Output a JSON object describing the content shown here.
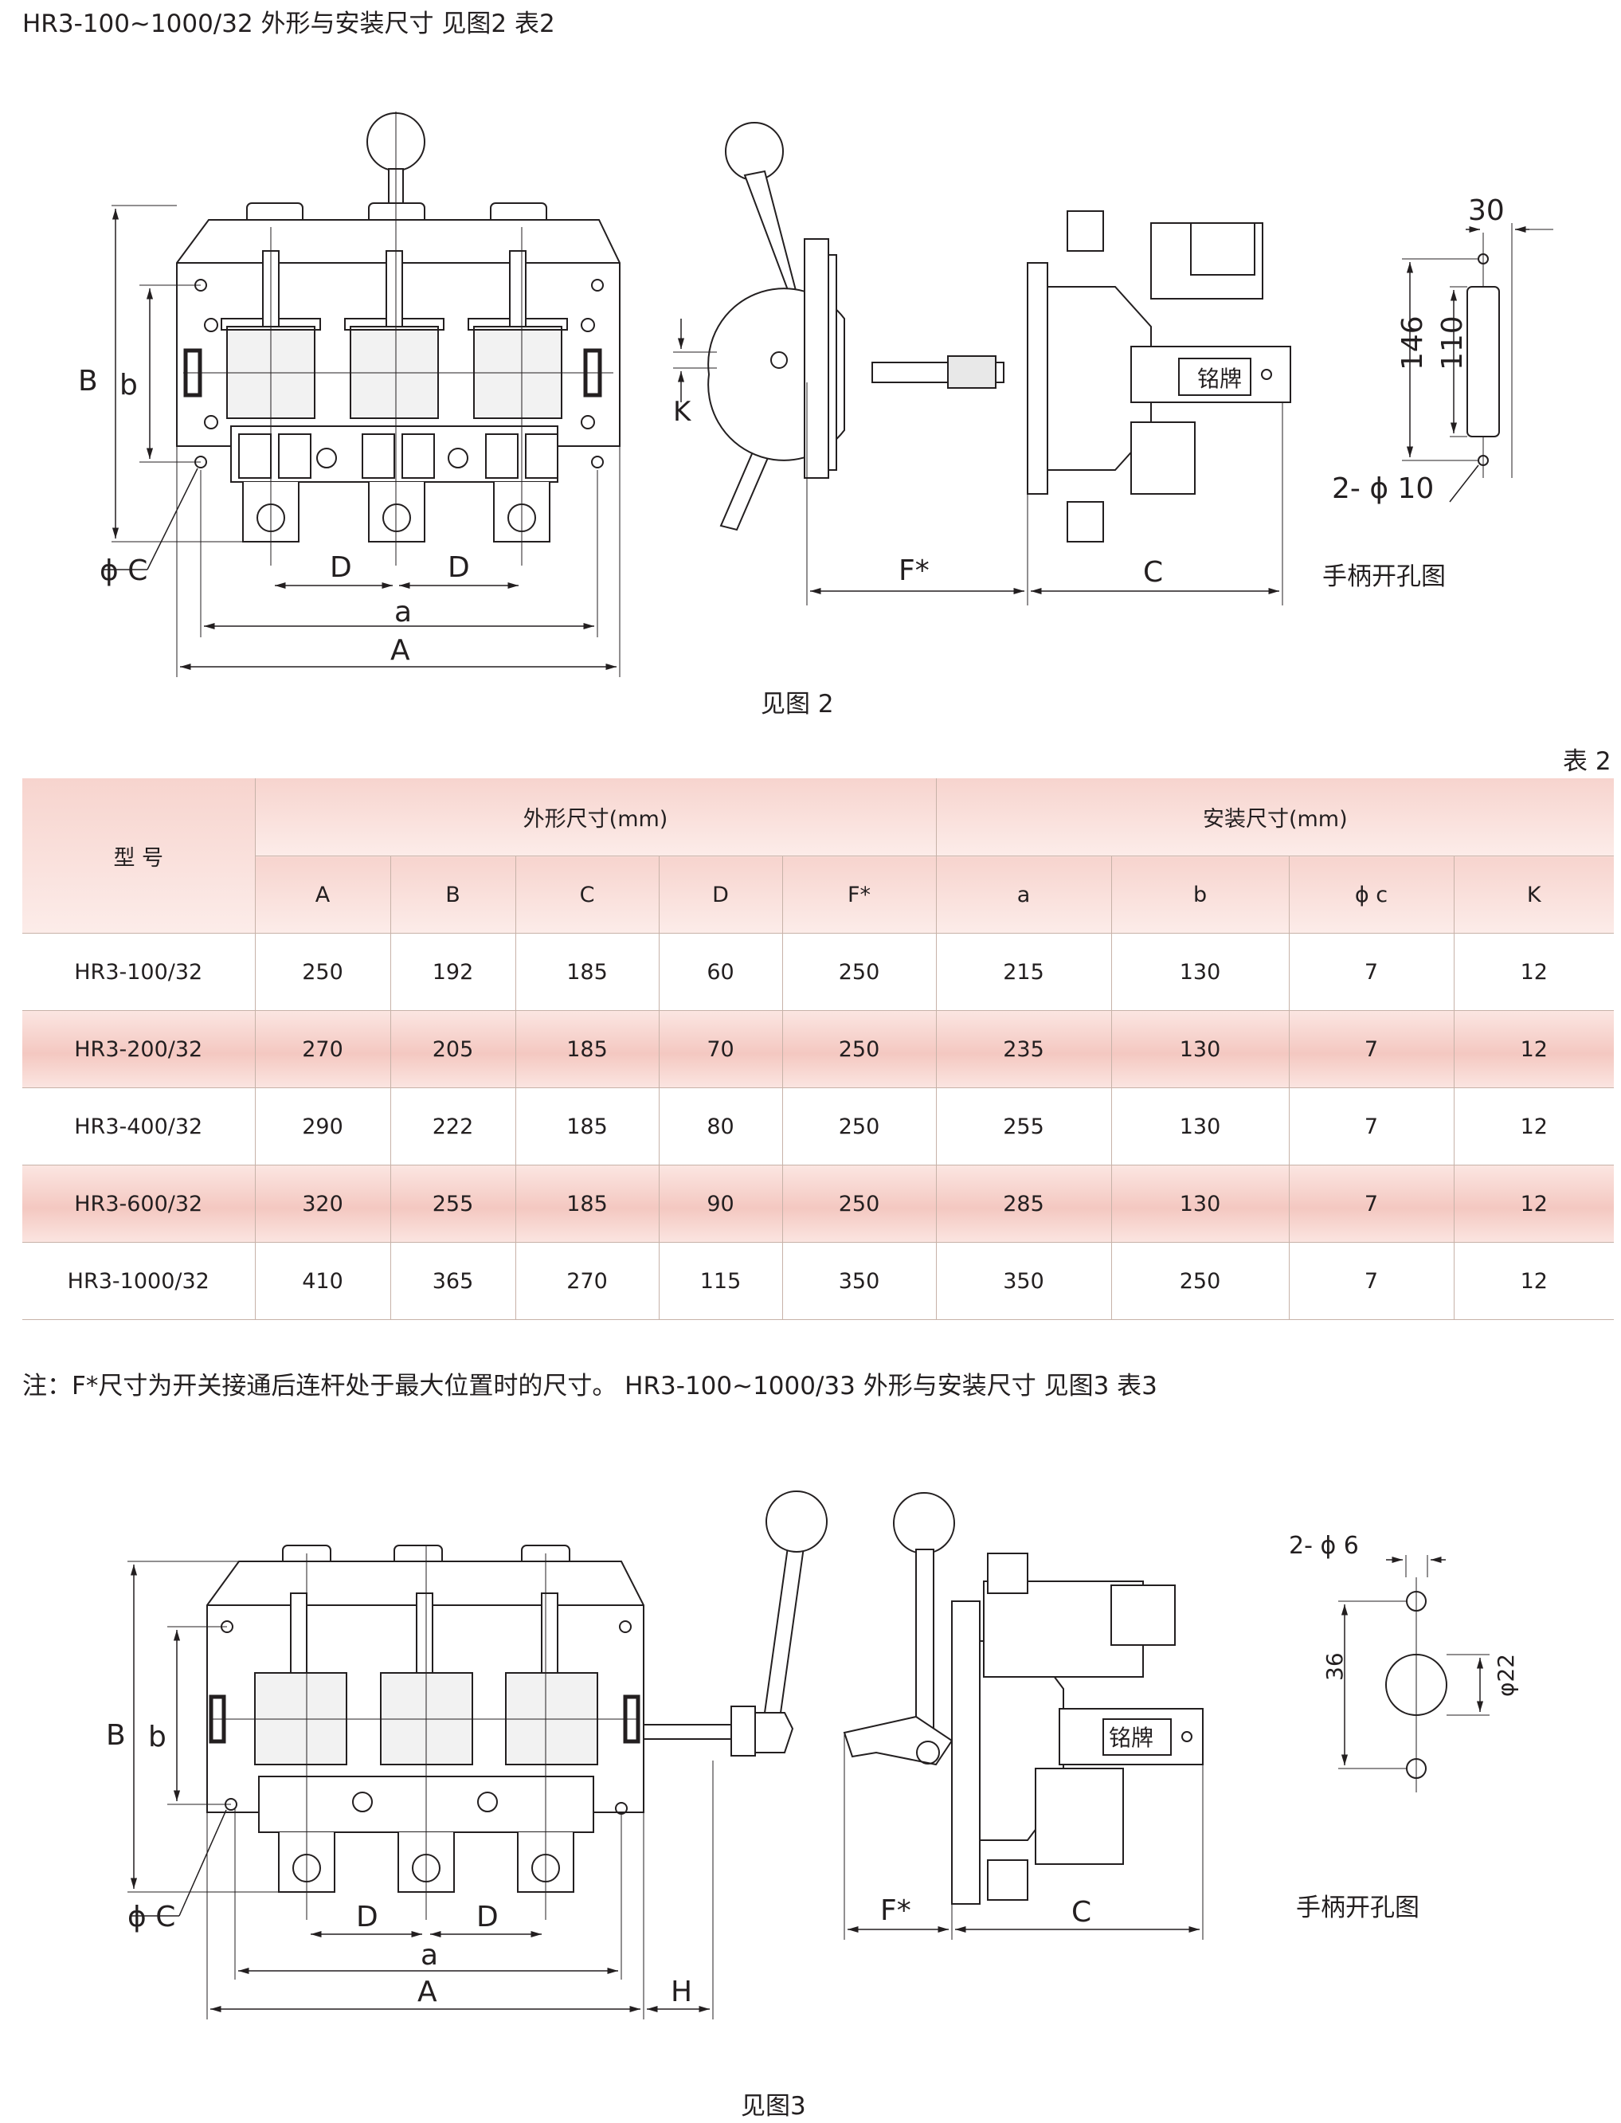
{
  "heading_fig2": "HR3-100~1000/32 外形与安装尺寸 见图2  表2",
  "figure2": {
    "caption": "见图 2",
    "front_labels": {
      "B": "B",
      "b": "b",
      "phiC": "ϕ C",
      "D1": "D",
      "D2": "D",
      "a": "a",
      "A": "A"
    },
    "side_labels": {
      "K": "K",
      "F": "F*",
      "C": "C",
      "nameplate": "铭牌"
    },
    "handle_hole": {
      "dim_30": "30",
      "dim_146": "146",
      "dim_110": "110",
      "holes": "2- ϕ 10",
      "title": "手柄开孔图"
    }
  },
  "table2": {
    "label": "表 2",
    "model_header": "型 号",
    "group_outline": "外形尺寸(mm)",
    "group_install": "安装尺寸(mm)",
    "columns": [
      "A",
      "B",
      "C",
      "D",
      "F*",
      "a",
      "b",
      "ϕ c",
      "K"
    ],
    "rows": [
      {
        "model": "HR3-100/32",
        "values": [
          "250",
          "192",
          "185",
          "60",
          "250",
          "215",
          "130",
          "7",
          "12"
        ]
      },
      {
        "model": "HR3-200/32",
        "values": [
          "270",
          "205",
          "185",
          "70",
          "250",
          "235",
          "130",
          "7",
          "12"
        ]
      },
      {
        "model": "HR3-400/32",
        "values": [
          "290",
          "222",
          "185",
          "80",
          "250",
          "255",
          "130",
          "7",
          "12"
        ]
      },
      {
        "model": "HR3-600/32",
        "values": [
          "320",
          "255",
          "185",
          "90",
          "250",
          "285",
          "130",
          "7",
          "12"
        ]
      },
      {
        "model": "HR3-1000/32",
        "values": [
          "410",
          "365",
          "270",
          "115",
          "350",
          "350",
          "250",
          "7",
          "12"
        ]
      }
    ]
  },
  "note": "注：F*尺寸为开关接通后连杆处于最大位置时的尺寸。 HR3-100~1000/33 外形与安装尺寸 见图3  表3",
  "figure3": {
    "caption": "见图3",
    "front_labels": {
      "B": "B",
      "b": "b",
      "phiC": "ϕ C",
      "D1": "D",
      "D2": "D",
      "a": "a",
      "A": "A",
      "H": "H"
    },
    "side_labels": {
      "F": "F*",
      "C": "C",
      "nameplate": "铭牌"
    },
    "handle_hole": {
      "holes": "2- ϕ 6",
      "dim_36": "36",
      "dim_22": "φ22",
      "title": "手柄开孔图"
    }
  },
  "colors": {
    "line": "#231f20",
    "table_header": "#f7d4ce",
    "row_shade": "#f4c8c1",
    "fill_grey": "#e8e8e8"
  }
}
